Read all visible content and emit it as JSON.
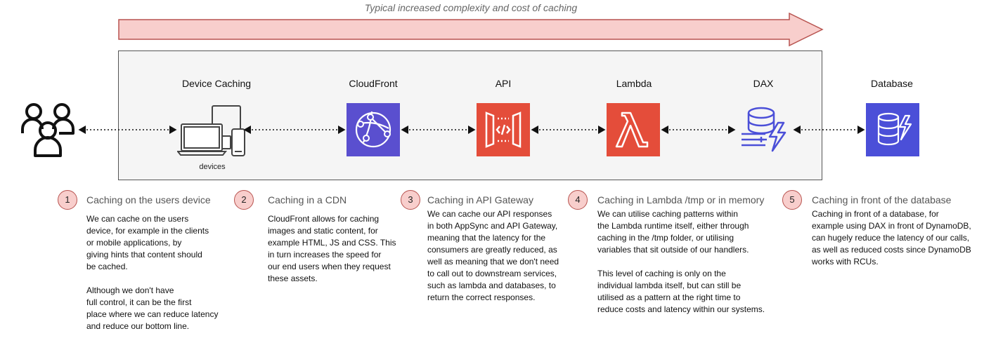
{
  "banner": {
    "label": "Typical increased complexity and cost of caching"
  },
  "colors": {
    "arrow_fill": "#f8cecc",
    "arrow_stroke": "#b85450",
    "cloudfront": "#5a4fcf",
    "api": "#e44d3a",
    "lambda": "#e44d3a",
    "dax": "#4b4fd8",
    "database": "#4b4fd8"
  },
  "services": [
    {
      "id": "device",
      "title": "Device Caching",
      "icon": "devices-icon",
      "sublabel": "devices"
    },
    {
      "id": "cloudfront",
      "title": "CloudFront",
      "icon": "cloudfront-icon"
    },
    {
      "id": "api",
      "title": "API",
      "icon": "api-gateway-icon"
    },
    {
      "id": "lambda",
      "title": "Lambda",
      "icon": "lambda-icon"
    },
    {
      "id": "dax",
      "title": "DAX",
      "icon": "dax-icon"
    },
    {
      "id": "database",
      "title": "Database",
      "icon": "dynamodb-icon"
    }
  ],
  "users_icon": "users-icon",
  "steps": [
    {
      "number": "1",
      "title": "Caching on the users device",
      "body": "We can cache on the users\ndevice, for example in the clients\nor mobile applications, by\ngiving hints that content should\nbe cached.\n\nAlthough we don't have\nfull control, it can be the first\nplace where we can reduce latency\nand reduce our bottom line."
    },
    {
      "number": "2",
      "title": "Caching in a CDN",
      "body": "CloudFront allows for caching\nimages and static content, for\nexample HTML, JS and CSS. This\nin turn increases the speed for\nour end users when they request\nthese assets."
    },
    {
      "number": "3",
      "title": "Caching in API Gateway",
      "body": "We can cache our API responses\nin both AppSync and API Gateway,\nmeaning that the latency for the\nconsumers are greatly reduced, as\nwell as meaning that we don't need\nto call out to downstream services,\nsuch as lambda and databases, to\nreturn the correct responses."
    },
    {
      "number": "4",
      "title": "Caching in Lambda /tmp or in memory",
      "body": "We can utilise caching patterns within\nthe Lambda runtime itself, either through\ncaching in the /tmp folder, or utilising\nvariables that sit outside of our handlers.\n\nThis level of caching is only on the\nindividual lambda itself, but can still be\nutilised as a pattern at the right time to\nreduce costs and latency within our systems."
    },
    {
      "number": "5",
      "title": "Caching in front of the database",
      "body": "Caching in front of a database, for\nexample using DAX in front of DynamoDB,\ncan hugely reduce the latency of our calls,\nas well as reduced costs since DynamoDB\nworks with RCUs."
    }
  ]
}
